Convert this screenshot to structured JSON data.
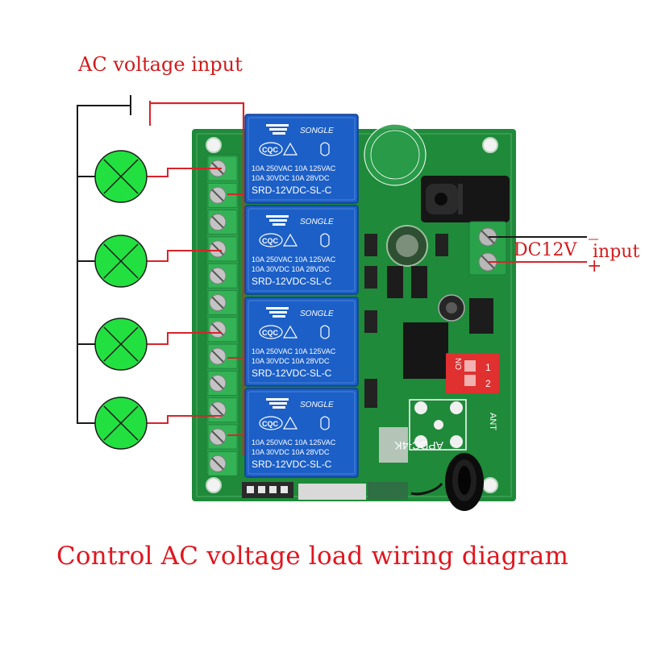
{
  "labels": {
    "ac_input": "AC voltage input",
    "caption": "Control AC voltage load wiring diagram",
    "dc_voltage": "DC12V",
    "dc_input": "input",
    "minus": "_",
    "plus": "+"
  },
  "relays": [
    {
      "brand": "SONGLE",
      "logo": "CQC",
      "rating_1": "10A 250VAC  10A  125VAC",
      "rating_2": "10A  30VDC  10A   28VDC",
      "model": "SRD-12VDC-SL-C"
    },
    {
      "brand": "SONGLE",
      "logo": "CQC",
      "rating_1": "10A 250VAC  10A  125VAC",
      "rating_2": "10A  30VDC  10A   28VDC",
      "model": "SRD-12VDC-SL-C"
    },
    {
      "brand": "SONGLE",
      "logo": "CQC",
      "rating_1": "10A 250VAC  10A  125VAC",
      "rating_2": "10A  30VDC  10A   28VDC",
      "model": "SRD-12VDC-SL-C"
    },
    {
      "brand": "SONGLE",
      "logo": "CQC",
      "rating_1": "10A 250VAC  10A  125VAC",
      "rating_2": "10A  30VDC  10A   28VDC",
      "model": "SRD-12VDC-SL-C"
    }
  ],
  "board": {
    "model_text": "APDC-4K",
    "ant_text": "ANT",
    "dip_on": "ON",
    "dip_1": "1",
    "dip_2": "2"
  },
  "colors": {
    "wire_red": "#d8242a",
    "wire_black": "#1a1a1a",
    "lamp_fill": "#22e040",
    "pcb_green": "#1f8a3a",
    "relay_blue": "#1c5fc7",
    "terminal_green": "#2aa24a",
    "dip_red": "#e03030"
  }
}
